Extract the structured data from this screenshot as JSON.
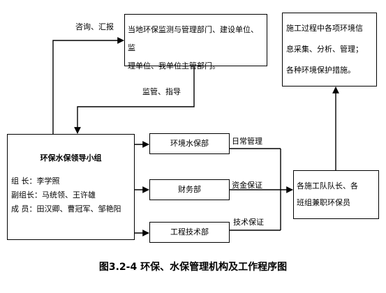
{
  "boxes": {
    "authorities": [
      "当地环保监测与管理部门、建设单位、监",
      "理单位、我单位主管部门。"
    ],
    "collection": [
      "施工过程中各项环境信",
      "息采集、分析、管理；",
      "各种环境保护措施。"
    ],
    "leadership": {
      "title": "环保水保领导小组",
      "rows": [
        "组  长：李学照",
        "副组长：马统领、王许雄",
        "成 员：田汉卿、曹冠军、邹艳阳"
      ]
    },
    "env_dept": "环境水保部",
    "finance_dept": "财务部",
    "tech_dept": "工程技术部",
    "teams": [
      "各施工队队长、各",
      "班组兼职环保员"
    ]
  },
  "labels": {
    "consult": "咨询、汇报",
    "supervise": "监管、指导",
    "daily": "日常管理",
    "funds": "资金保证",
    "tech": "技术保证"
  },
  "caption": "图3.2-4  环保、水保管理机构及工作程序图"
}
